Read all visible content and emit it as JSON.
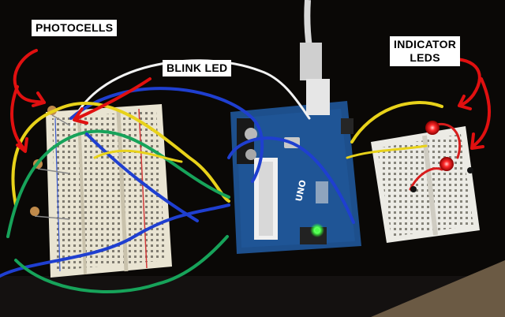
{
  "labels": {
    "photocells": "PHOTOCELLS",
    "blink_led": "BLINK LED",
    "indicator_leds_line1": "INDICATOR",
    "indicator_leds_line2": "LEDS"
  },
  "board_text": {
    "brand": "UNO"
  },
  "colors": {
    "background": "#0a0806",
    "breadboard": "#e9e4d2",
    "arduino_pcb": "#1d4f8c",
    "annotation_arrow": "#e01010",
    "wire_yellow": "#e8d21a",
    "wire_blue": "#1f3fd0",
    "wire_green": "#17a35a",
    "wire_red": "#d81c1c",
    "wire_white": "#f2f2f2",
    "led_red": "#ff2a2a",
    "power_led_green": "#4cff4c"
  }
}
